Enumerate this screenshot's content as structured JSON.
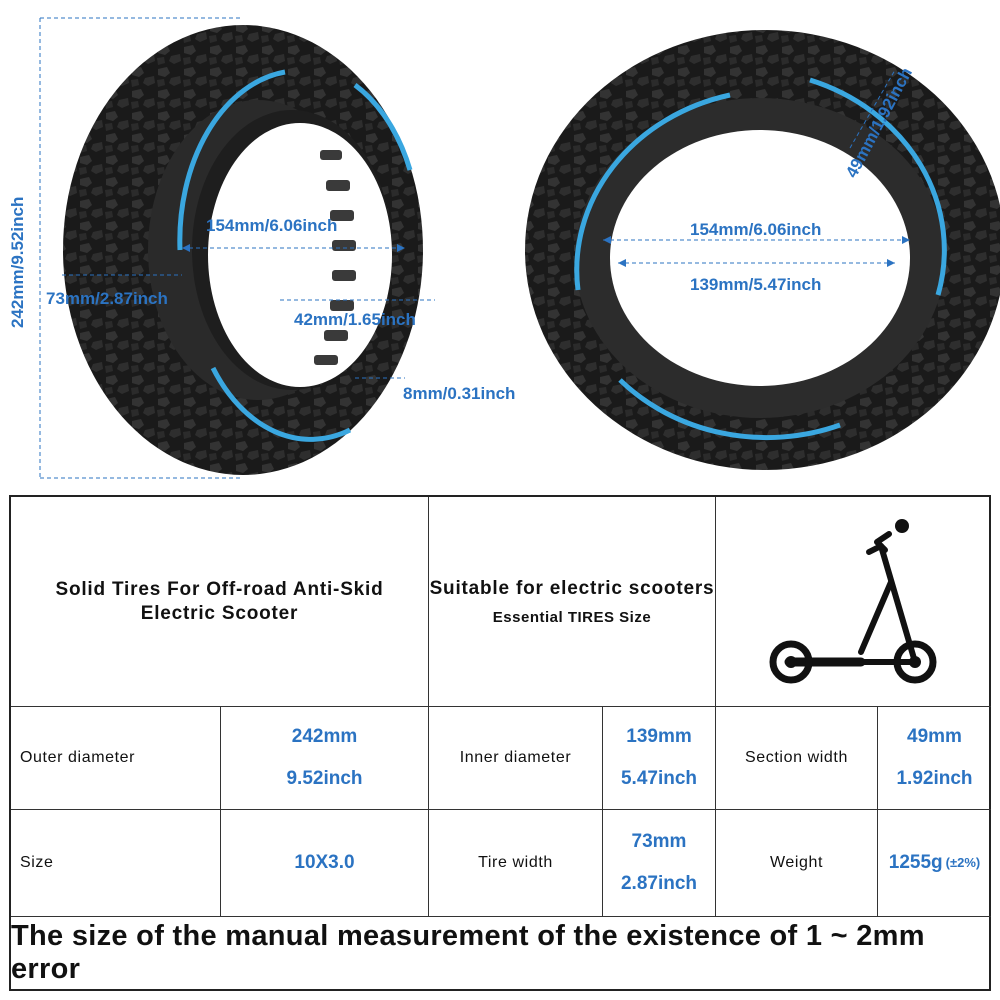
{
  "dimensions": {
    "outer_height": "242mm/9.52inch",
    "left_inner": "154mm/6.06inch",
    "left_width": "73mm/2.87inch",
    "left_hub": "42mm/1.65inch",
    "left_rim": "8mm/0.31inch",
    "right_inner_top": "154mm/6.06inch",
    "right_inner_bottom": "139mm/5.47inch",
    "right_section": "49mm/1.92inch"
  },
  "header": {
    "product_title": "Solid Tires For Off-road Anti-Skid Electric Scooter",
    "suitable": "Suitable for electric scooters",
    "essential": "Essential TIRES Size"
  },
  "rows": [
    [
      {
        "label": "Outer diameter",
        "mm": "242mm",
        "inch": "9.52inch"
      },
      {
        "label": "Inner diameter",
        "mm": "139mm",
        "inch": "5.47inch"
      },
      {
        "label": "Section width",
        "mm": "49mm",
        "inch": "1.92inch"
      }
    ],
    [
      {
        "label": "Size",
        "value": "10X3.0"
      },
      {
        "label": "Tire width",
        "mm": "73mm",
        "inch": "2.87inch"
      },
      {
        "label": "Weight",
        "value": "1255g",
        "note": "(±2%)"
      }
    ]
  ],
  "footer": "The size of the manual measurement of the existence of 1 ~ 2mm error",
  "colors": {
    "accent": "#2b73c2",
    "tire": "#1c1c1c",
    "stripe": "#3aa7e0"
  },
  "icons": [
    "left-tire-icon",
    "right-tire-icon",
    "electric-scooter-icon"
  ]
}
